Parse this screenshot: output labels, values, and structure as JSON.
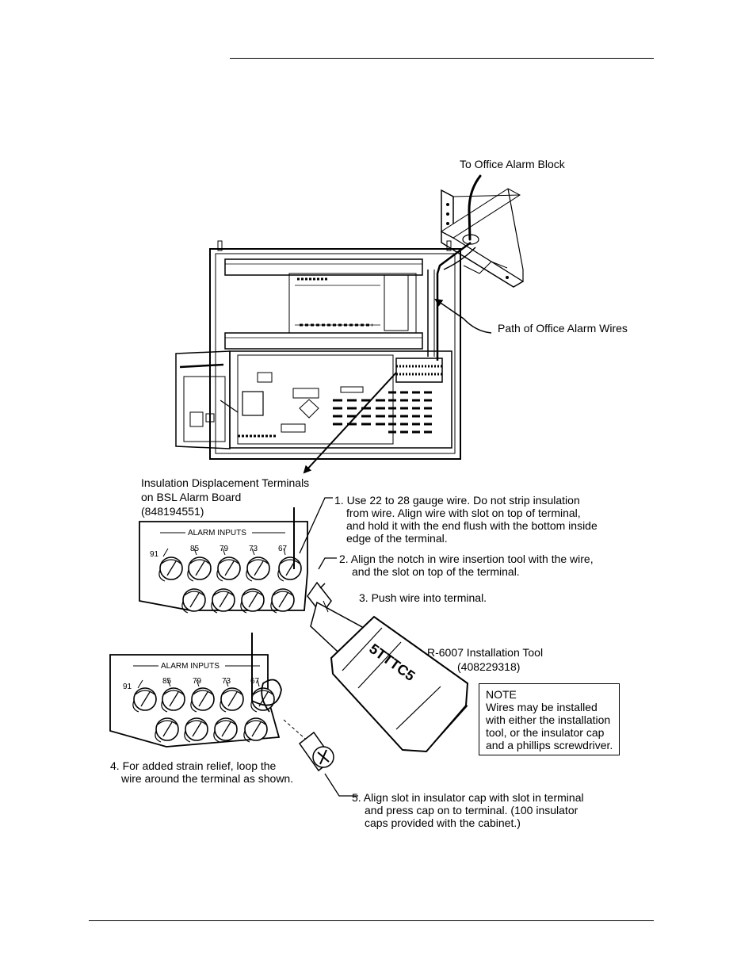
{
  "labels": {
    "office_alarm_block": "To Office Alarm Block",
    "path_wires": "Path of Office Alarm Wires",
    "idt_title_1": "Insulation Displacement Terminals",
    "idt_title_2": "on BSL Alarm Board",
    "idt_title_3": "(848194551)",
    "alarm_inputs": "ALARM INPUTS",
    "tool_name": "R-6007 Installation Tool",
    "tool_number": "(408229318)",
    "tool_brand": "5TTTC5",
    "terminal_numbers": [
      "91",
      "85",
      "79",
      "73",
      "67"
    ]
  },
  "steps": {
    "s1": [
      "1. Use 22 to 28 gauge wire.  Do not strip insulation",
      "from wire.  Align wire with slot on top of terminal,",
      "and hold it with the end flush with the bottom inside",
      "edge of the terminal."
    ],
    "s2": [
      "2. Align the notch in wire insertion tool with the wire,",
      "and the slot on top of the terminal."
    ],
    "s3": "3. Push wire into terminal.",
    "s4": [
      "4. For added strain relief, loop the",
      "wire around the terminal as shown."
    ],
    "s5": [
      "5.  Align slot in insulator cap with slot in terminal",
      "and press cap on to terminal.  (100 insulator",
      "caps provided with the cabinet.)"
    ]
  },
  "note": {
    "title": "NOTE",
    "lines": [
      "Wires may be installed",
      "with either the installation",
      "tool, or the insulator cap",
      "and a phillips screwdriver."
    ]
  }
}
